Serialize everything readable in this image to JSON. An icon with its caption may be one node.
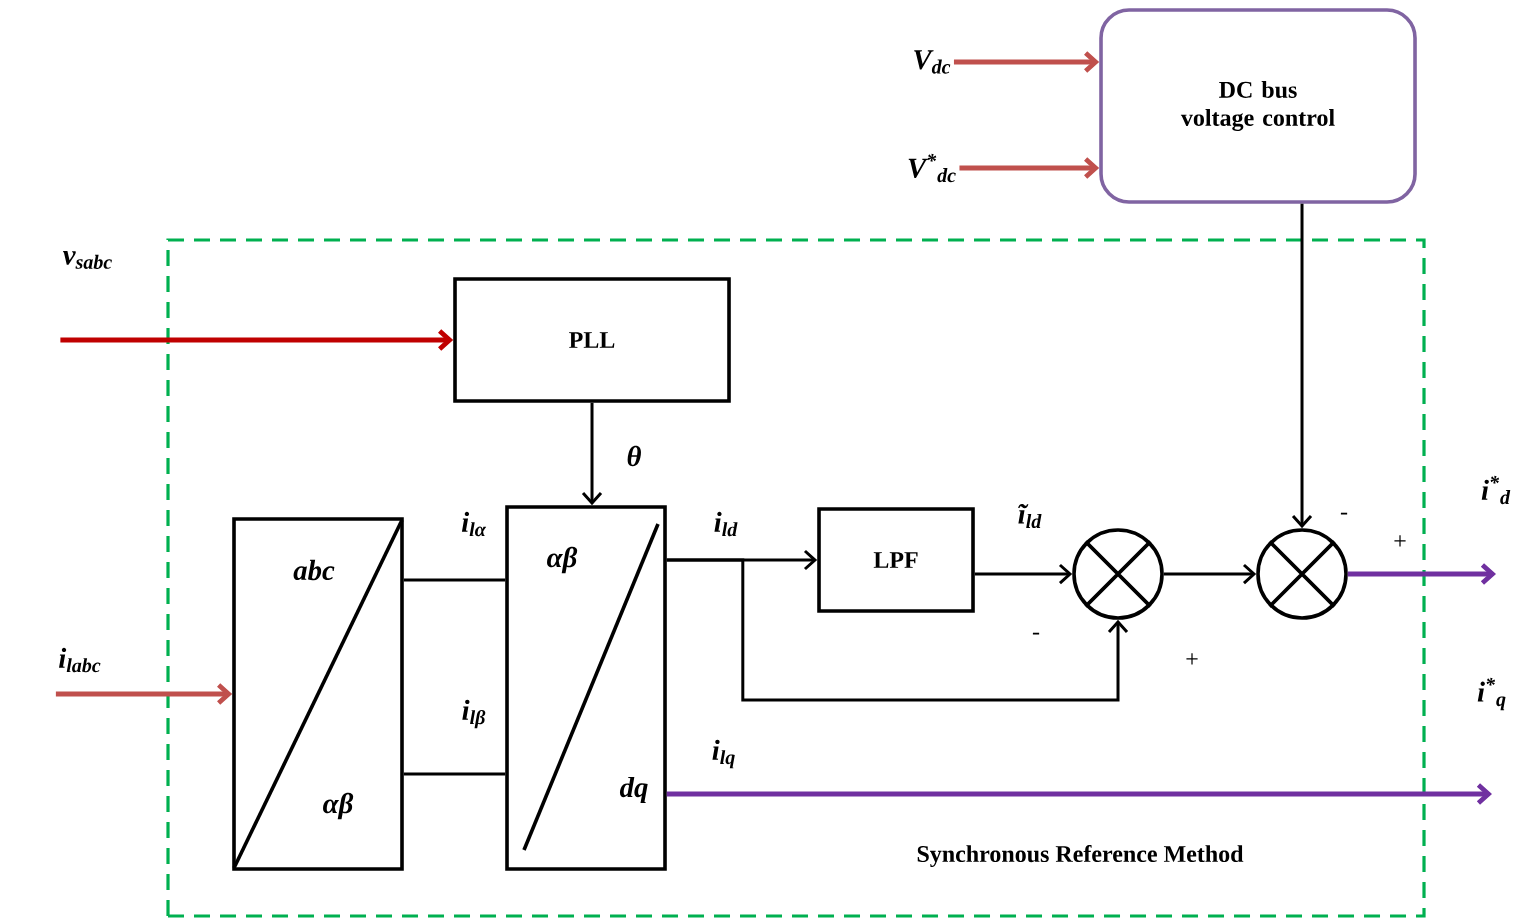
{
  "diagram": {
    "nodes": [
      {
        "text": [
          "Synchronous Reference Method"
        ]
      },
      {
        "text": [
          "PLL"
        ],
        "in": 0
      },
      {
        "text": [
          "DC bus voltage control"
        ]
      },
      {
        "text": [
          "abc",
          "αβ"
        ],
        "in": 0
      },
      {
        "text": [
          "αβ",
          "dq"
        ],
        "in": 0
      },
      {
        "text": [
          "LPF"
        ],
        "in": 0
      },
      {
        "text": [],
        "shape": "circle",
        "in": 0
      },
      {
        "text": [],
        "shape": "circle",
        "in": 0
      },
      {
        "text": [
          "v$_{sabc}$"
        ]
      },
      {
        "text": [
          "i$_{labc}$"
        ]
      },
      {
        "text": [
          "V$_{dc}$"
        ]
      },
      {
        "text": [
          "V$^{*}$$_{dc}$"
        ]
      },
      {
        "text": [
          "i$^{*}$$_{d}$"
        ]
      },
      {
        "text": [
          "i$^{*}$$_{q}$"
        ]
      }
    ],
    "edges": [
      {
        "from": 8,
        "to": 1,
        "arrow": "to",
        "color": "#c00000"
      },
      {
        "from": 10,
        "to": 2,
        "arrow": "to",
        "color": "#c0504d"
      },
      {
        "from": 11,
        "to": 2,
        "arrow": "to",
        "color": "#c0504d"
      },
      {
        "from": 2,
        "to": 7,
        "arrow": "to"
      },
      {
        "from": 9,
        "to": 3,
        "arrow": "to",
        "color": "#c0504d"
      },
      {
        "from": 1,
        "to": 4,
        "arrow": "to",
        "label": "θ"
      },
      {
        "from": 3,
        "to": 4,
        "arrow": "none",
        "label": "i$_{lα}$"
      },
      {
        "from": 3,
        "to": 4,
        "arrow": "none",
        "label": "i$_{lβ}$"
      },
      {
        "from": 4,
        "to": 5,
        "arrow": "to",
        "label": "i$_{ld}$"
      },
      {
        "from": 4,
        "to": 6,
        "arrow": "to"
      },
      {
        "from": 5,
        "to": 6,
        "arrow": "to",
        "label": "ĩ$_{ld}$"
      },
      {
        "from": 6,
        "to": 7,
        "arrow": "to"
      },
      {
        "from": 7,
        "to": 12,
        "arrow": "to",
        "color": "#7030a0"
      },
      {
        "from": 4,
        "to": 13,
        "arrow": "to",
        "label": "i$_{lq}$",
        "color": "#7030a0"
      }
    ],
    "labels": [
      "-",
      "+",
      "-",
      "+"
    ]
  }
}
